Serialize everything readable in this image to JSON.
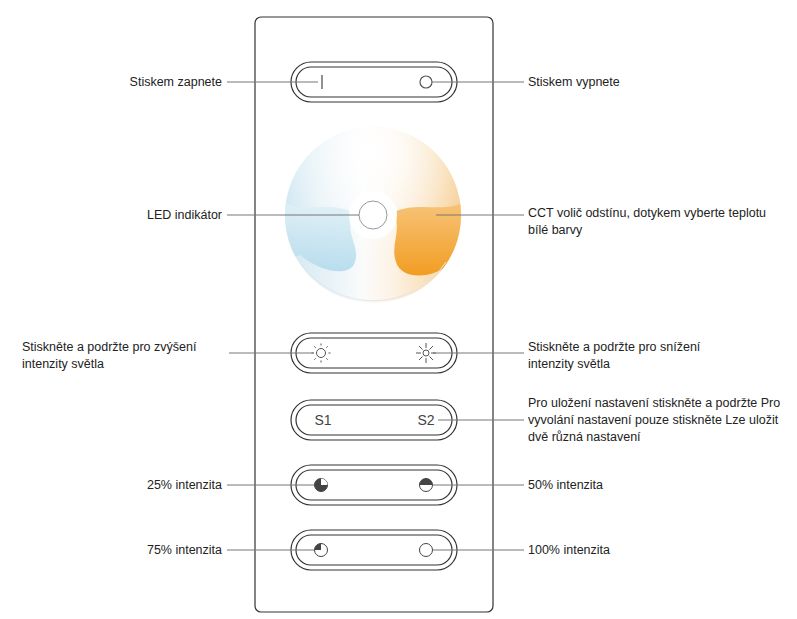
{
  "diagram": {
    "nodes": [
      {
        "text": [
          "S1",
          "S2"
        ]
      }
    ],
    "labels": [
      "Stiskem zapnete",
      "Stiskem vypnete",
      "LED indikátor",
      "CCT volič odstínu, dotykem vyberte teplotu bílé barvy",
      "Stiskněte a podržte pro zvýšení intenzity světla",
      "Stiskněte a podržte pro snížení intenzity světla",
      "Pro uložení nastavení stiskněte a podržte Pro vyvolání nastavení pouze stiskněte Lze uložit dvě různá nastavení",
      "25% intenzita",
      "50% intenzita",
      "75% intenzita",
      "100% intenzita"
    ]
  }
}
